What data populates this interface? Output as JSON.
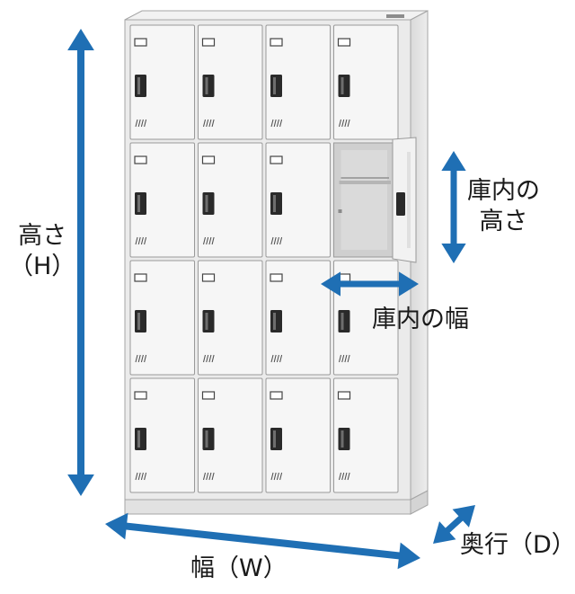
{
  "labels": {
    "height_line1": "高さ",
    "height_line2": "（H）",
    "inner_height_line1": "庫内の",
    "inner_height_line2": "高さ",
    "inner_width": "庫内の幅",
    "width": "幅（W）",
    "depth": "奥行（D）"
  },
  "locker": {
    "rows": 4,
    "columns": 4,
    "open_compartment": {
      "row": 2,
      "column": 4
    }
  },
  "colors": {
    "arrow": "#1f6fb4",
    "cabinet": "#ececec",
    "door": "#f6f6f6",
    "outline": "#9a9a9a",
    "handle": "#2a2a2a"
  }
}
